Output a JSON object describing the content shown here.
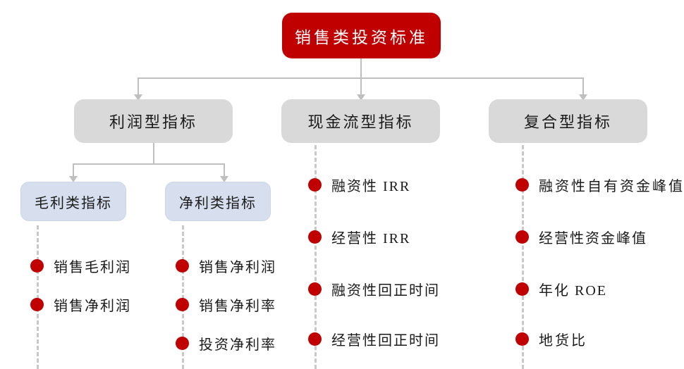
{
  "diagram": {
    "title": "销售类投资标准",
    "accent_color": "#C00000",
    "level2_color": "#D9D9D9",
    "level3_color": "#D7DFEF",
    "connector_color": "#BFBFBF",
    "spine_color": "#C9C9C9",
    "root": {
      "label": "销售类投资标准"
    },
    "branches": [
      {
        "label": "利润型指标",
        "subgroups": [
          {
            "label": "毛利类指标",
            "items": [
              "销售毛利润",
              "销售净利润"
            ]
          },
          {
            "label": "净利类指标",
            "items": [
              "销售净利润",
              "销售净利率",
              "投资净利率"
            ]
          }
        ]
      },
      {
        "label": "现金流型指标",
        "items": [
          "融资性 IRR",
          "经营性 IRR",
          "融资性回正时间",
          "经营性回正时间"
        ]
      },
      {
        "label": "复合型指标",
        "items": [
          "融资性自有资金峰值",
          "经营性资金峰值",
          "年化 ROE",
          "地货比"
        ]
      }
    ]
  }
}
